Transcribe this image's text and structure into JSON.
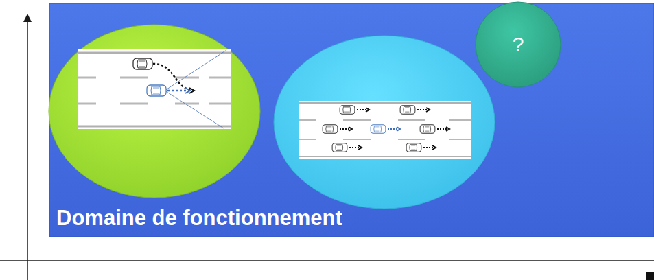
{
  "diagram": {
    "nodes": [
      {
        "text": [
          "Domaine de fonctionnement"
        ]
      },
      {
        "text": [
          "?"
        ],
        "in": 0
      }
    ]
  }
}
